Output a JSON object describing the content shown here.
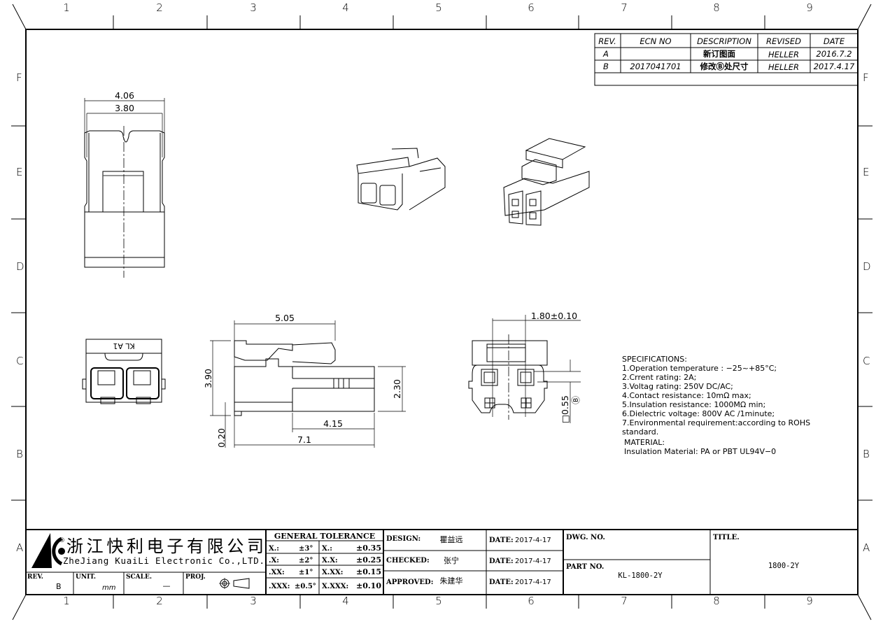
{
  "zones": {
    "columns": [
      "1",
      "2",
      "3",
      "4",
      "5",
      "6",
      "7",
      "8",
      "9"
    ],
    "rows": [
      "F",
      "E",
      "D",
      "C",
      "B",
      "A"
    ]
  },
  "revision_table": {
    "headers": [
      "REV.",
      "ECN NO",
      "DESCRIPTION",
      "REVISED",
      "DATE"
    ],
    "rows": [
      [
        "A",
        "",
        "新订图面",
        "HELLER",
        "2016.7.2"
      ],
      [
        "B",
        "2017041701",
        "修改Ⓑ处尺寸",
        "HELLER",
        "2017.4.17"
      ]
    ]
  },
  "dimensions": {
    "top_width_outer": "4.06",
    "top_width_inner": "3.80",
    "side_length_top": "5.05",
    "side_height": "3.90",
    "side_body_height": "2.30",
    "side_offset": "0.20",
    "side_body_length": "4.15",
    "side_total_length": "7.1",
    "front_pitch": "1.80±0.10",
    "front_pin_square": "□0.55",
    "front_pin_marker": "Ⓑ",
    "end_view_marking": "KL A1"
  },
  "specifications": {
    "title": "SPECIFICATIONS:",
    "items": [
      "1.Operation  temperature  :  −25~+85°C;",
      "2.Crrent  rating:  2A;",
      "3.Voltag  rating:  250V  DC/AC;",
      "4.Contact  resistance:  10mΩ  max;",
      "5.Insulation  resistance:  1000MΩ  min;",
      "6.Dielectric  voltage:  800V  AC  /1minute;",
      "7.Environmental  requirement:according  to  ROHS",
      "standard."
    ],
    "material_title": "MATERIAL:",
    "material": "Insulation  Material:  PA  or  PBT  UL94V−0"
  },
  "title_block": {
    "company_cn": "浙江快利电子有限公司",
    "company_en": "ZheJiang KuaiLi Electronic Co.,LTD.",
    "logo_mark": "®",
    "rev_label": "REV.",
    "rev_value": "B",
    "unit_label": "UNIT.",
    "unit_value": "mm",
    "scale_label": "SCALE.",
    "scale_value": "—",
    "proj_label": "PROJ.",
    "tolerance": {
      "title": "GENERAL  TOLERANCE",
      "rows": [
        [
          "X.:",
          "±3°",
          "X.:",
          "±0.35"
        ],
        [
          ".X:",
          "±2°",
          "X.X:",
          "±0.25"
        ],
        [
          ".XX:",
          "±1°",
          "X.XX:",
          "±0.15"
        ],
        [
          ".XXX:",
          "±0.5°",
          "X.XXX:",
          "±0.10"
        ]
      ]
    },
    "design_label": "DESIGN:",
    "design_name": "瞿益远",
    "checked_label": "CHECKED:",
    "checked_name": "张宁",
    "approved_label": "APPROVED:",
    "approved_name": "朱建华",
    "date_label": "DATE:",
    "dates": [
      "2017-4-17",
      "2017-4-17",
      "2017-4-17"
    ],
    "dwg_no_label": "DWG. NO.",
    "part_no_label": "PART NO.",
    "part_no": "KL-1800-2Y",
    "title_label": "TITLE.",
    "title": "1800-2Y"
  }
}
